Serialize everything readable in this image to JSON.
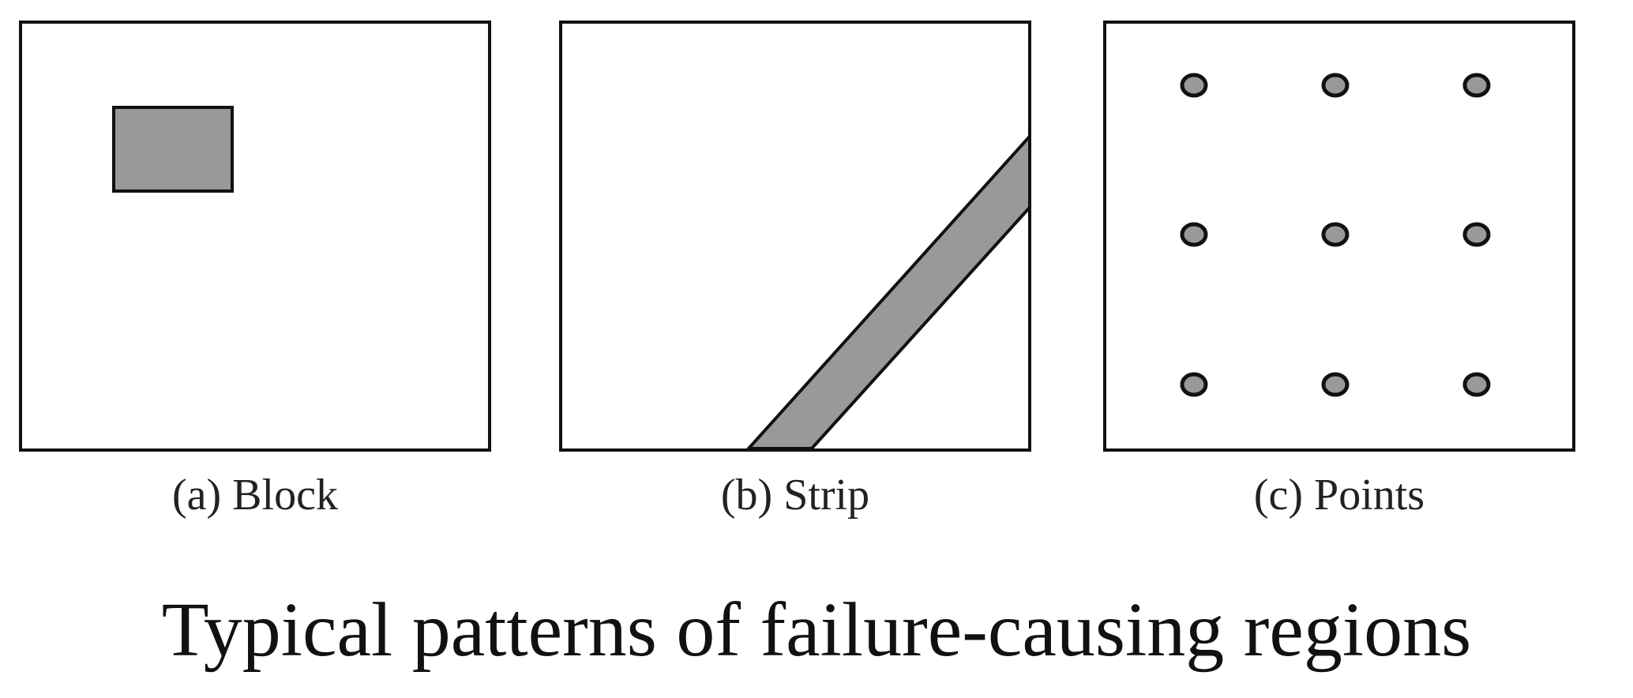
{
  "figure": {
    "title": "Typical patterns of failure-causing regions",
    "region_fill": "#999999",
    "outline_color": "#111111",
    "panels": [
      {
        "id": "block",
        "caption": "(a) Block",
        "shape": "rectangle"
      },
      {
        "id": "strip",
        "caption": "(b) Strip",
        "shape": "diagonal-band"
      },
      {
        "id": "points",
        "caption": "(c) Points",
        "shape": "dot-grid",
        "rows": 3,
        "columns": 3
      }
    ]
  }
}
